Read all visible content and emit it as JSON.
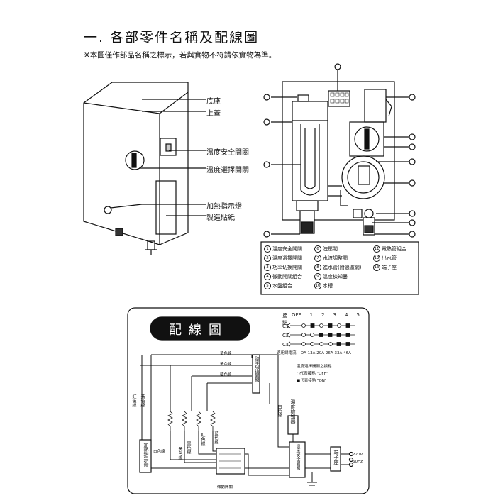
{
  "header": {
    "title": "一. 各部零件名稱及配線圖",
    "note": "※本圖僅作部品名稱之標示，若與實物不符請依實物為準。"
  },
  "exterior_labels": [
    "底座",
    "上蓋",
    "溫度安全開關",
    "溫度選擇開關",
    "加熱指示燈",
    "製造貼紙"
  ],
  "internal_legend": [
    {
      "num": "1",
      "label": "溫度安全開關"
    },
    {
      "num": "2",
      "label": "溫度選擇開關"
    },
    {
      "num": "3",
      "label": "功率切換開關"
    },
    {
      "num": "4",
      "label": "微動開關組合"
    },
    {
      "num": "5",
      "label": "水盤組合"
    },
    {
      "num": "6",
      "label": "洩壓閥"
    },
    {
      "num": "7",
      "label": "水流調整閥"
    },
    {
      "num": "8",
      "label": "進水管(附過濾網)"
    },
    {
      "num": "9",
      "label": "溫度檢知器"
    },
    {
      "num": "10",
      "label": "水槽"
    },
    {
      "num": "11",
      "label": "電熱管組合"
    },
    {
      "num": "12",
      "label": "出水管"
    },
    {
      "num": "13",
      "label": "端子座"
    }
  ],
  "wiring": {
    "title": "配線圖",
    "switch_header": "接點",
    "positions": [
      "OFF",
      "1",
      "2",
      "3",
      "4",
      "5"
    ],
    "rows": [
      "C1",
      "C2",
      "C3"
    ],
    "current_line": "適用總電流 – OA-13A-20A-26A-33A-46A",
    "legend_title": "溫度選擇開關之接點",
    "legend_off": "○代表接點 \"OFF\"",
    "legend_on": "■代表接點 \"ON\"",
    "wire_labels": {
      "yellow1": "黃色線",
      "yellow2": "黃色線",
      "blue1": "藍色線",
      "red": "紅色線",
      "yellow_v": "黃色線",
      "white1": "白色線",
      "white2": "白色線",
      "black": "黑色線",
      "red2": "紅色線",
      "blue2": "藍色線",
      "yellow3": "黃色線"
    },
    "power_selector": "功率切換開關",
    "heater_indicator": "加熱指示燈",
    "temp_detector": "溫度檢知器",
    "safety_switch": "溫度安全開關",
    "terminal": "端子座",
    "micro_switch": "微動開關",
    "supply_v": "220V",
    "supply_hz": "60Hz"
  },
  "colors": {
    "line": "#111111",
    "box_bg": "#ffffff"
  }
}
